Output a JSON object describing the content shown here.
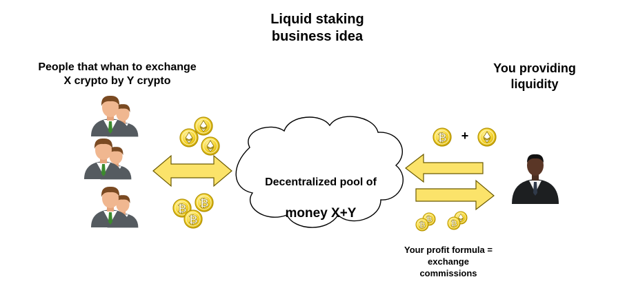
{
  "title": "Liquid staking\nbusiness idea",
  "left_group": {
    "label": "People that whan to exchange\nX crypto by Y crypto",
    "icon": "business-people-icon"
  },
  "right_group": {
    "label": "You providing\nliquidity",
    "icon": "businessman-icon"
  },
  "pool": {
    "line1": "Decentralized pool of",
    "line2": "money X+Y"
  },
  "plus_sign": "+",
  "profit": "Your profit formula =\nexchange\ncommissions",
  "colors": {
    "coin": "#f5d431",
    "coin_edge": "#c9a400",
    "arrow_fill": "#fbe36a",
    "arrow_stroke": "#6b5a00",
    "cloud": "#000000"
  }
}
